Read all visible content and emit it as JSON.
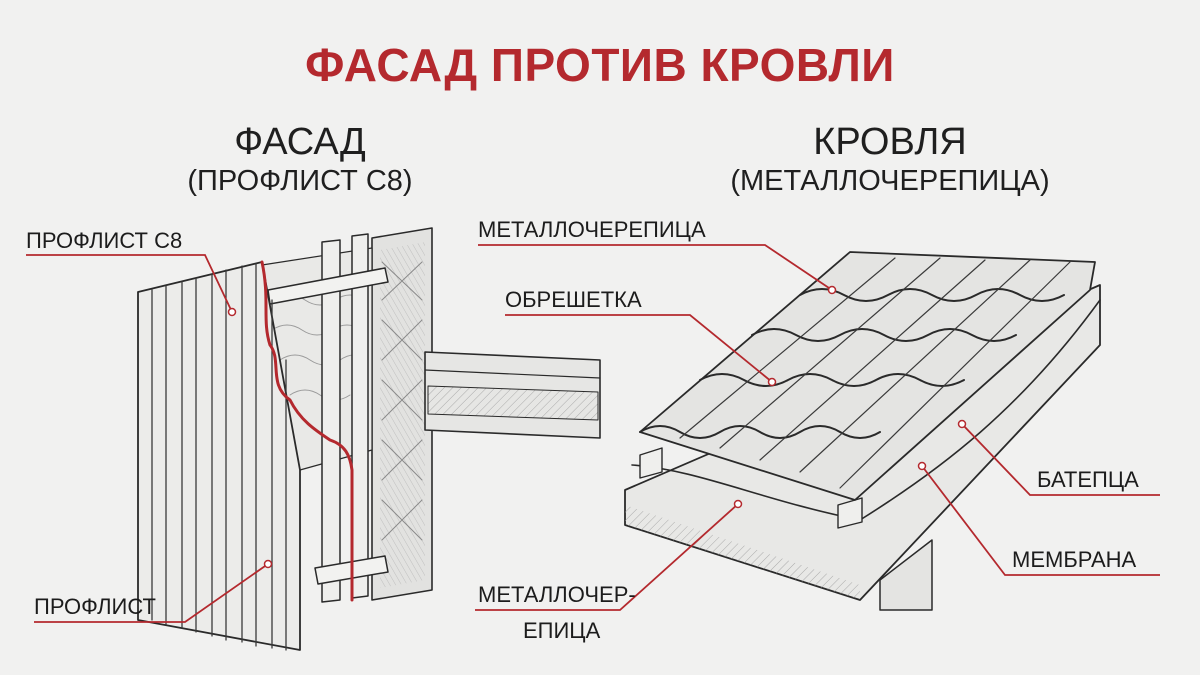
{
  "title": "ФАСАД ПРОТИВ КРОВЛИ",
  "left": {
    "heading": "ФАСАД",
    "subheading": "(ПРОФЛИСТ С8)",
    "labels": {
      "top": "ПРОФЛИСТ С8",
      "bottom": "ПРОФЛИСТ"
    }
  },
  "right": {
    "heading": "КРОВЛЯ",
    "subheading": "(МЕТАЛЛОЧЕРЕПИЦА)",
    "labels": {
      "metal_tile": "МЕТАЛЛОЧЕРЕПИЦА",
      "batten": "ОБРЕШЕТКА",
      "counter_batten": "БАТЕПЦА",
      "membrane": "МЕМБРАНА",
      "metal_tile_split_1": "МЕТАЛЛОЧЕР-",
      "metal_tile_split_2": "ЕПИЦА"
    }
  },
  "colors": {
    "accent": "#b4292e",
    "ink": "#1c1c1c",
    "background": "#f1f1f0"
  }
}
